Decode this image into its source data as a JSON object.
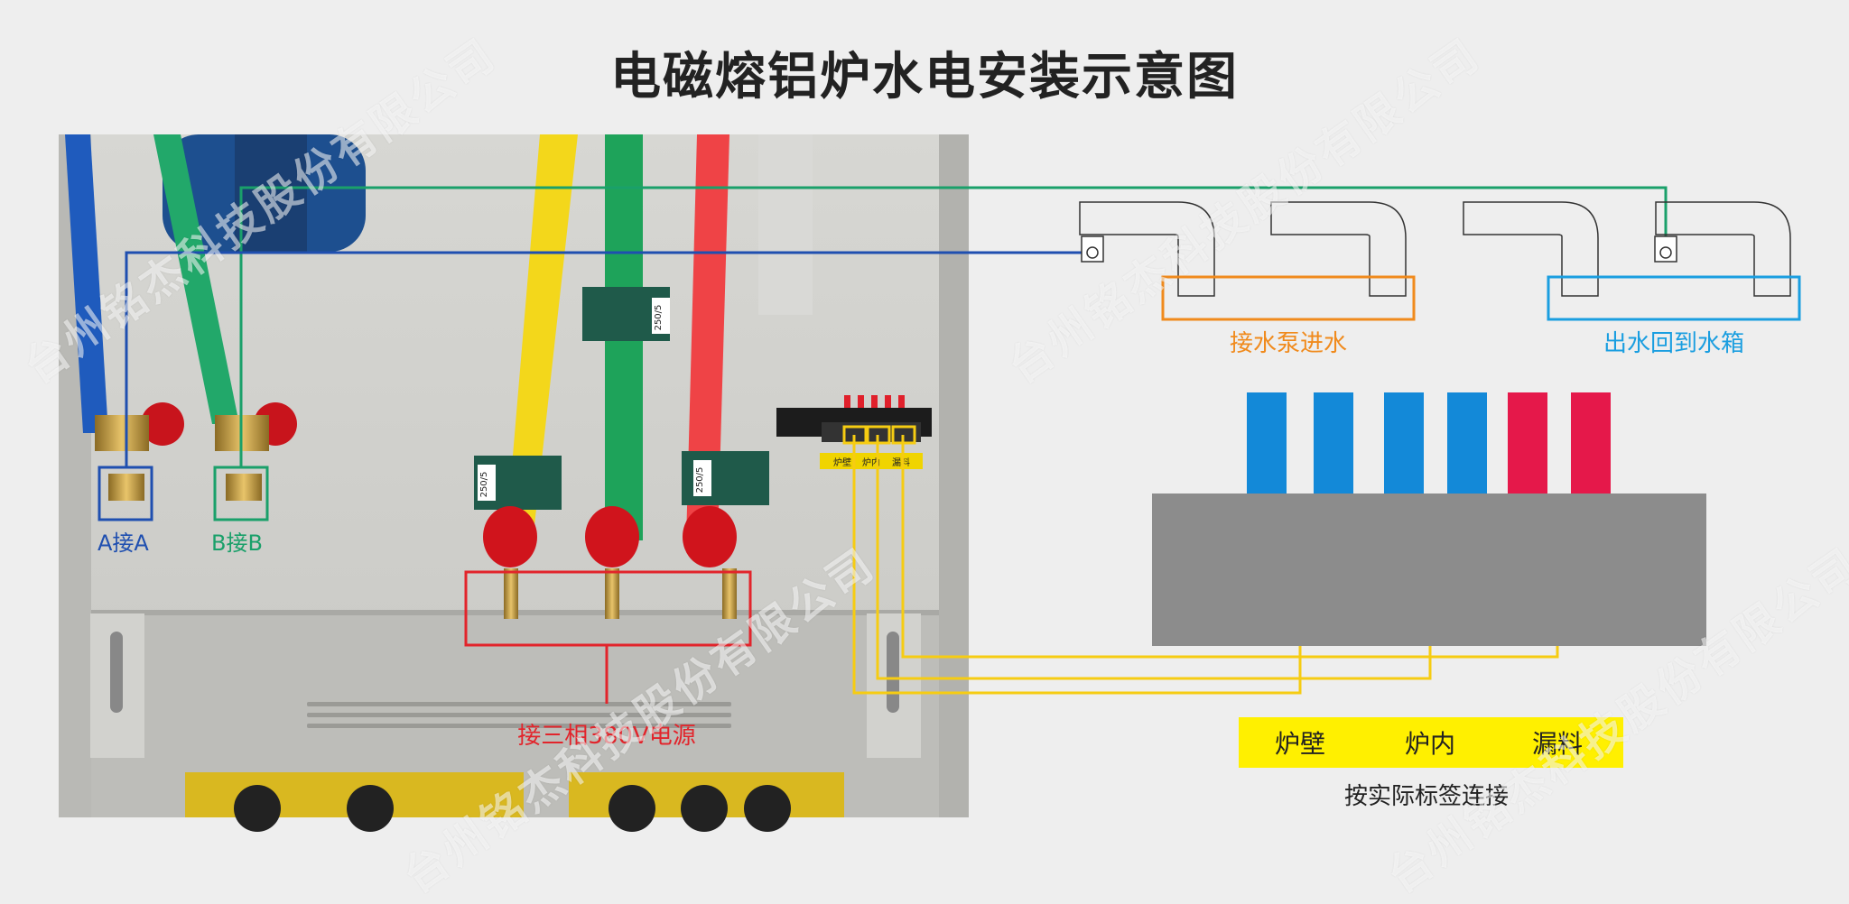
{
  "title": "电磁熔铝炉水电安装示意图",
  "labels": {
    "a_to_a": "A接A",
    "b_to_b": "B接B",
    "power": "接三相380V电源",
    "inlet": "接水泵进水",
    "outlet": "出水回到水箱",
    "wall": "炉壁",
    "inner": "炉内",
    "leak": "漏料",
    "note": "按实际标签连接",
    "ct_rating": "250/5",
    "terminal_tags": [
      "炉壁",
      "炉内",
      "漏料"
    ]
  },
  "watermark": "台州铭杰科技股份有限公司",
  "colors": {
    "blue_wire": "#1f4fb0",
    "green_wire": "#1aa06a",
    "orange_box": "#f08a1c",
    "cyan_box": "#1a9ee0",
    "red_box": "#e2242b",
    "yellow_wire": "#f6cc12",
    "tube_blue": "#1389d8",
    "tube_red": "#e5184a",
    "furnace_gray": "#8c8c8c",
    "label_yellow": "#fff000"
  }
}
